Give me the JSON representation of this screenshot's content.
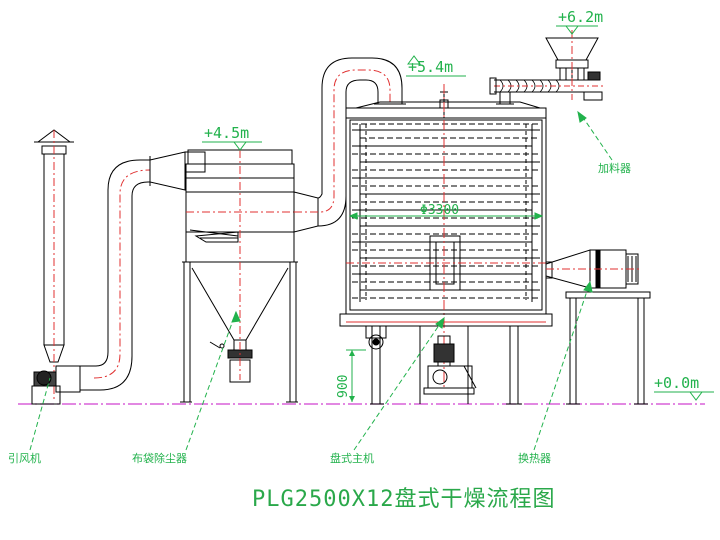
{
  "title": "PLG2500X12盘式干燥流程图",
  "elevations": {
    "feeder_top": "+6.2m",
    "dryer_top": "+5.4m",
    "dust_collector_top": "+4.5m",
    "ground": "+0.0m",
    "base_height": "900",
    "dryer_diameter": "Φ3300"
  },
  "labels": {
    "fan": "引风机",
    "bag_filter": "布袋除尘器",
    "dryer_main": "盘式主机",
    "heat_exchanger": "换热器",
    "feeder": "加料器"
  },
  "colors": {
    "line": "#000000",
    "annotation": "#22b24c",
    "centerline": "#e03030",
    "ground_line": "#d040d0"
  }
}
